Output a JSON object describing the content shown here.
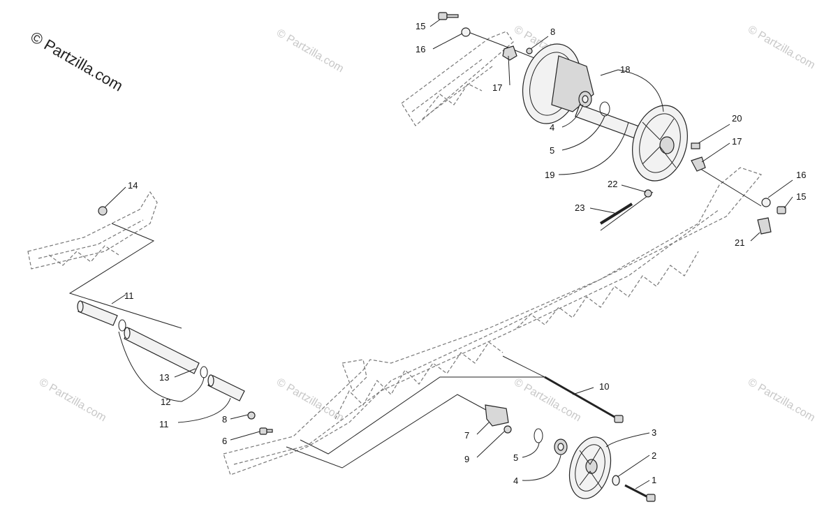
{
  "brand": {
    "text": "© Partzilla.com"
  },
  "watermark": {
    "text": "© Partzilla.com"
  },
  "callouts": {
    "c1": "1",
    "c2": "2",
    "c3": "3",
    "c4a": "4",
    "c4b": "4",
    "c5a": "5",
    "c5b": "5",
    "c6": "6",
    "c7": "7",
    "c8a": "8",
    "c8b": "8",
    "c9": "9",
    "c10": "10",
    "c11a": "11",
    "c11b": "11",
    "c12": "12",
    "c13": "13",
    "c14": "14",
    "c15a": "15",
    "c15b": "15",
    "c16a": "16",
    "c16b": "16",
    "c17a": "17",
    "c17b": "17",
    "c18": "18",
    "c19": "19",
    "c20": "20",
    "c21": "21",
    "c22": "22",
    "c23": "23"
  }
}
